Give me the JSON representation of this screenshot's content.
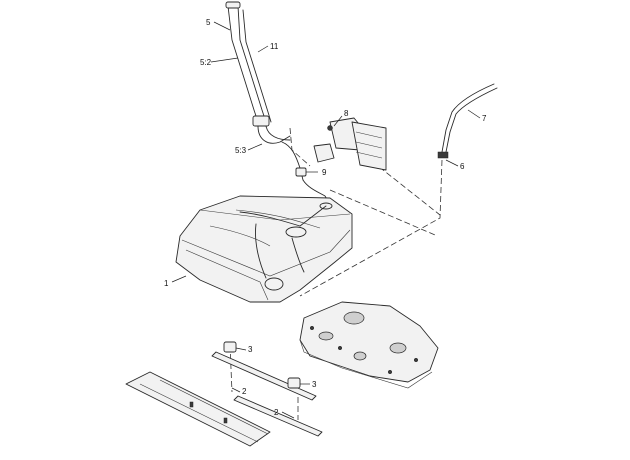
{
  "callouts": {
    "c1": "1",
    "c2a": "2",
    "c2b": "2",
    "c3a": "3",
    "c3b": "3",
    "c5": "5",
    "c5_2": "5:2",
    "c5_3": "5:3",
    "c6": "6",
    "c7": "7",
    "c8": "8",
    "c9": "9",
    "c11": "11"
  }
}
